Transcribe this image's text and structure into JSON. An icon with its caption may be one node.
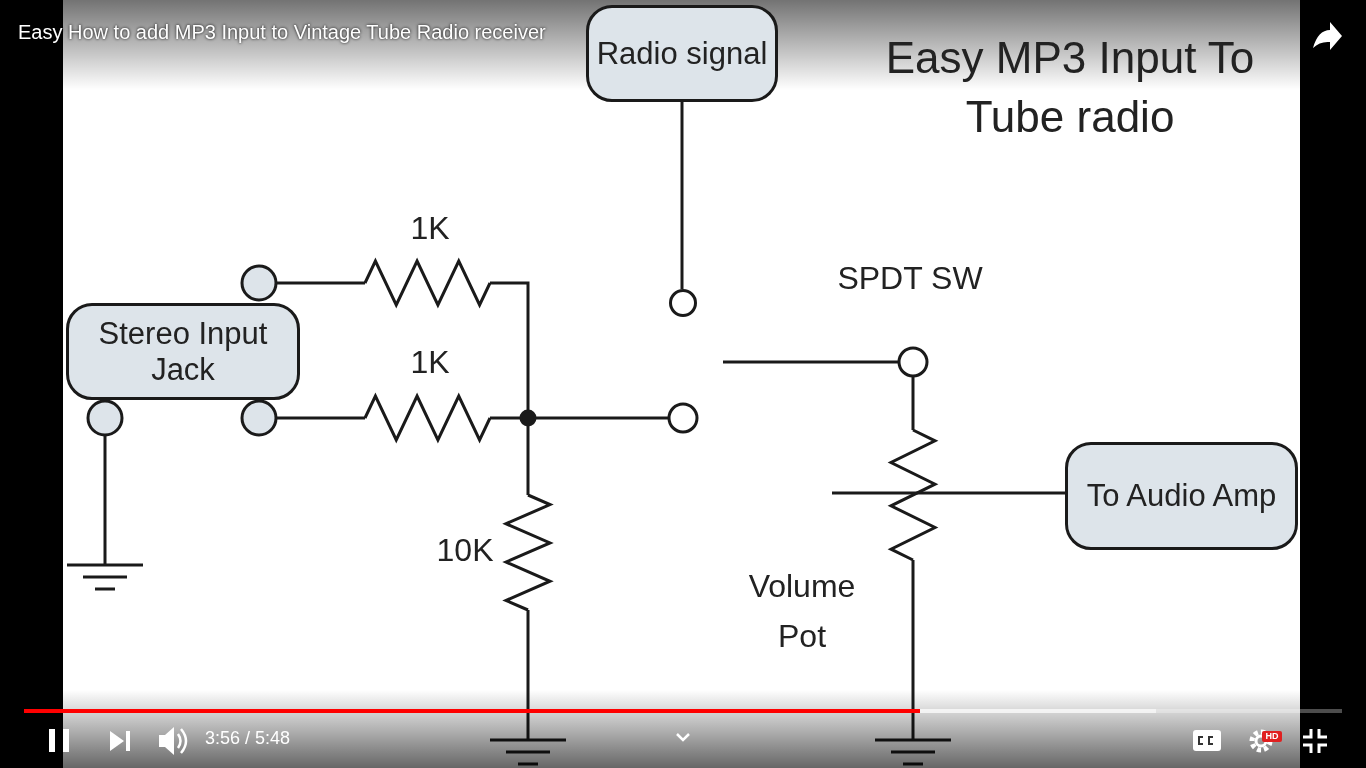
{
  "diagram": {
    "title": "Easy MP3 Input To Tube radio",
    "nodes": [
      {
        "text": [
          "Radio signal"
        ]
      },
      {
        "text": [
          "Stereo Input Jack"
        ]
      },
      {
        "text": [
          "To Audio Amp"
        ]
      },
      {
        "text": [],
        "shape": "circle"
      }
    ],
    "edges": [
      {
        "from": 0,
        "to": 3,
        "arrow": "none"
      },
      {
        "from": null,
        "to": 2,
        "arrow": "none"
      }
    ],
    "labels": [
      "Easy How to add MP3 Input to Vintage Tube Radio receiver",
      "1K",
      "SPDT SW",
      "1K",
      "10K",
      "Volume Pot",
      "3:56 / 5:48",
      "HD"
    ]
  }
}
